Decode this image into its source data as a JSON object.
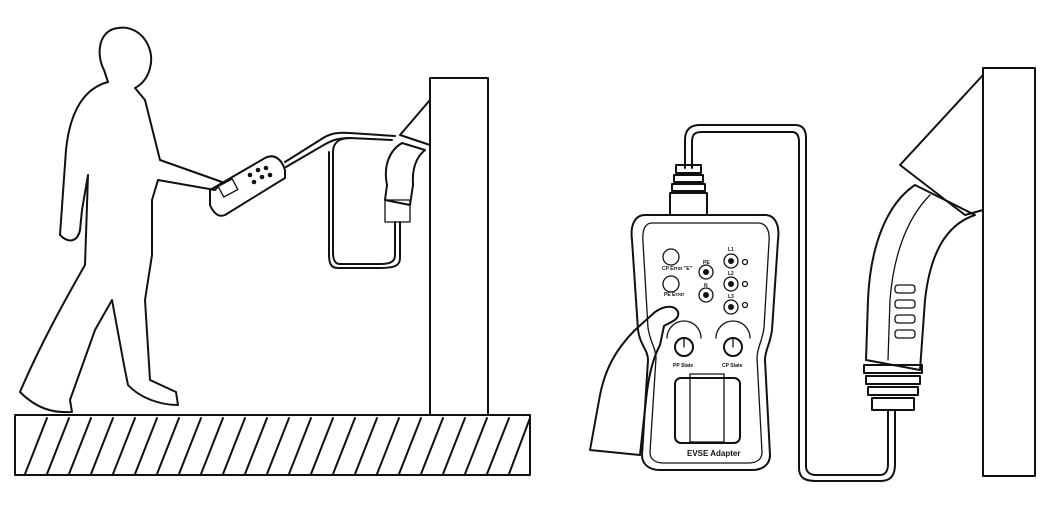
{
  "left_scene": {
    "description_labels": []
  },
  "adapter": {
    "cp_error_label": "CP Error \"E\"",
    "pe_error_label": "PE Error",
    "pe_label": "PE",
    "n_label": "N",
    "l1_label": "L1",
    "l2_label": "L2",
    "l3_label": "L3",
    "pp_state_label": "PP State",
    "cp_state_label": "CP State",
    "title": "EVSE Adapter"
  },
  "colors": {
    "line": "#111111",
    "background": "#ffffff",
    "hand": "#dcdcdc"
  }
}
